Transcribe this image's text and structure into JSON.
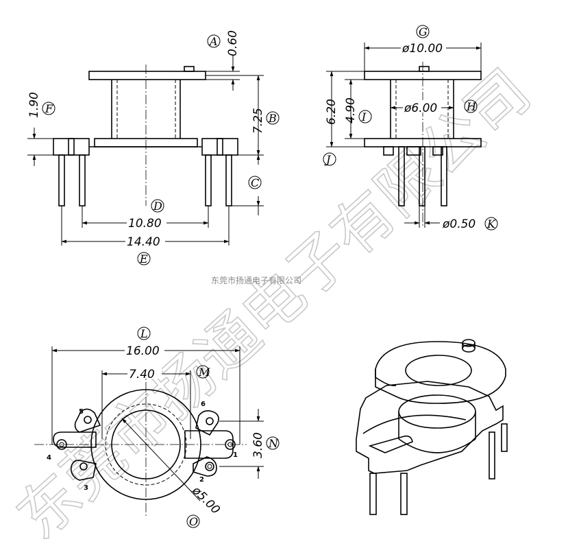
{
  "front_view": {
    "dims": {
      "a": "0.60",
      "b": "7.25",
      "f": "1.90",
      "d_inner": "10.80",
      "e_outer": "14.40"
    },
    "labels": {
      "a": "A",
      "b": "B",
      "c": "C",
      "d": "D",
      "e": "E",
      "f": "F"
    }
  },
  "side_view": {
    "dims": {
      "g": "ø10.00",
      "h": "ø6.00",
      "i": "4.90",
      "j": "6.20",
      "k": "ø0.50"
    },
    "labels": {
      "g": "G",
      "h": "H",
      "i": "I",
      "j": "J",
      "k": "K"
    }
  },
  "top_view": {
    "dims": {
      "l": "16.00",
      "m": "7.40",
      "n": "3.60",
      "o": "ø5.00"
    },
    "labels": {
      "l": "L",
      "m": "M",
      "n": "N",
      "o": "O"
    },
    "pins": [
      "1",
      "2",
      "3",
      "4",
      "5",
      "6"
    ]
  },
  "company": "东莞市扬通电子有限公司",
  "watermark": "东莞市扬通电子有限公司"
}
